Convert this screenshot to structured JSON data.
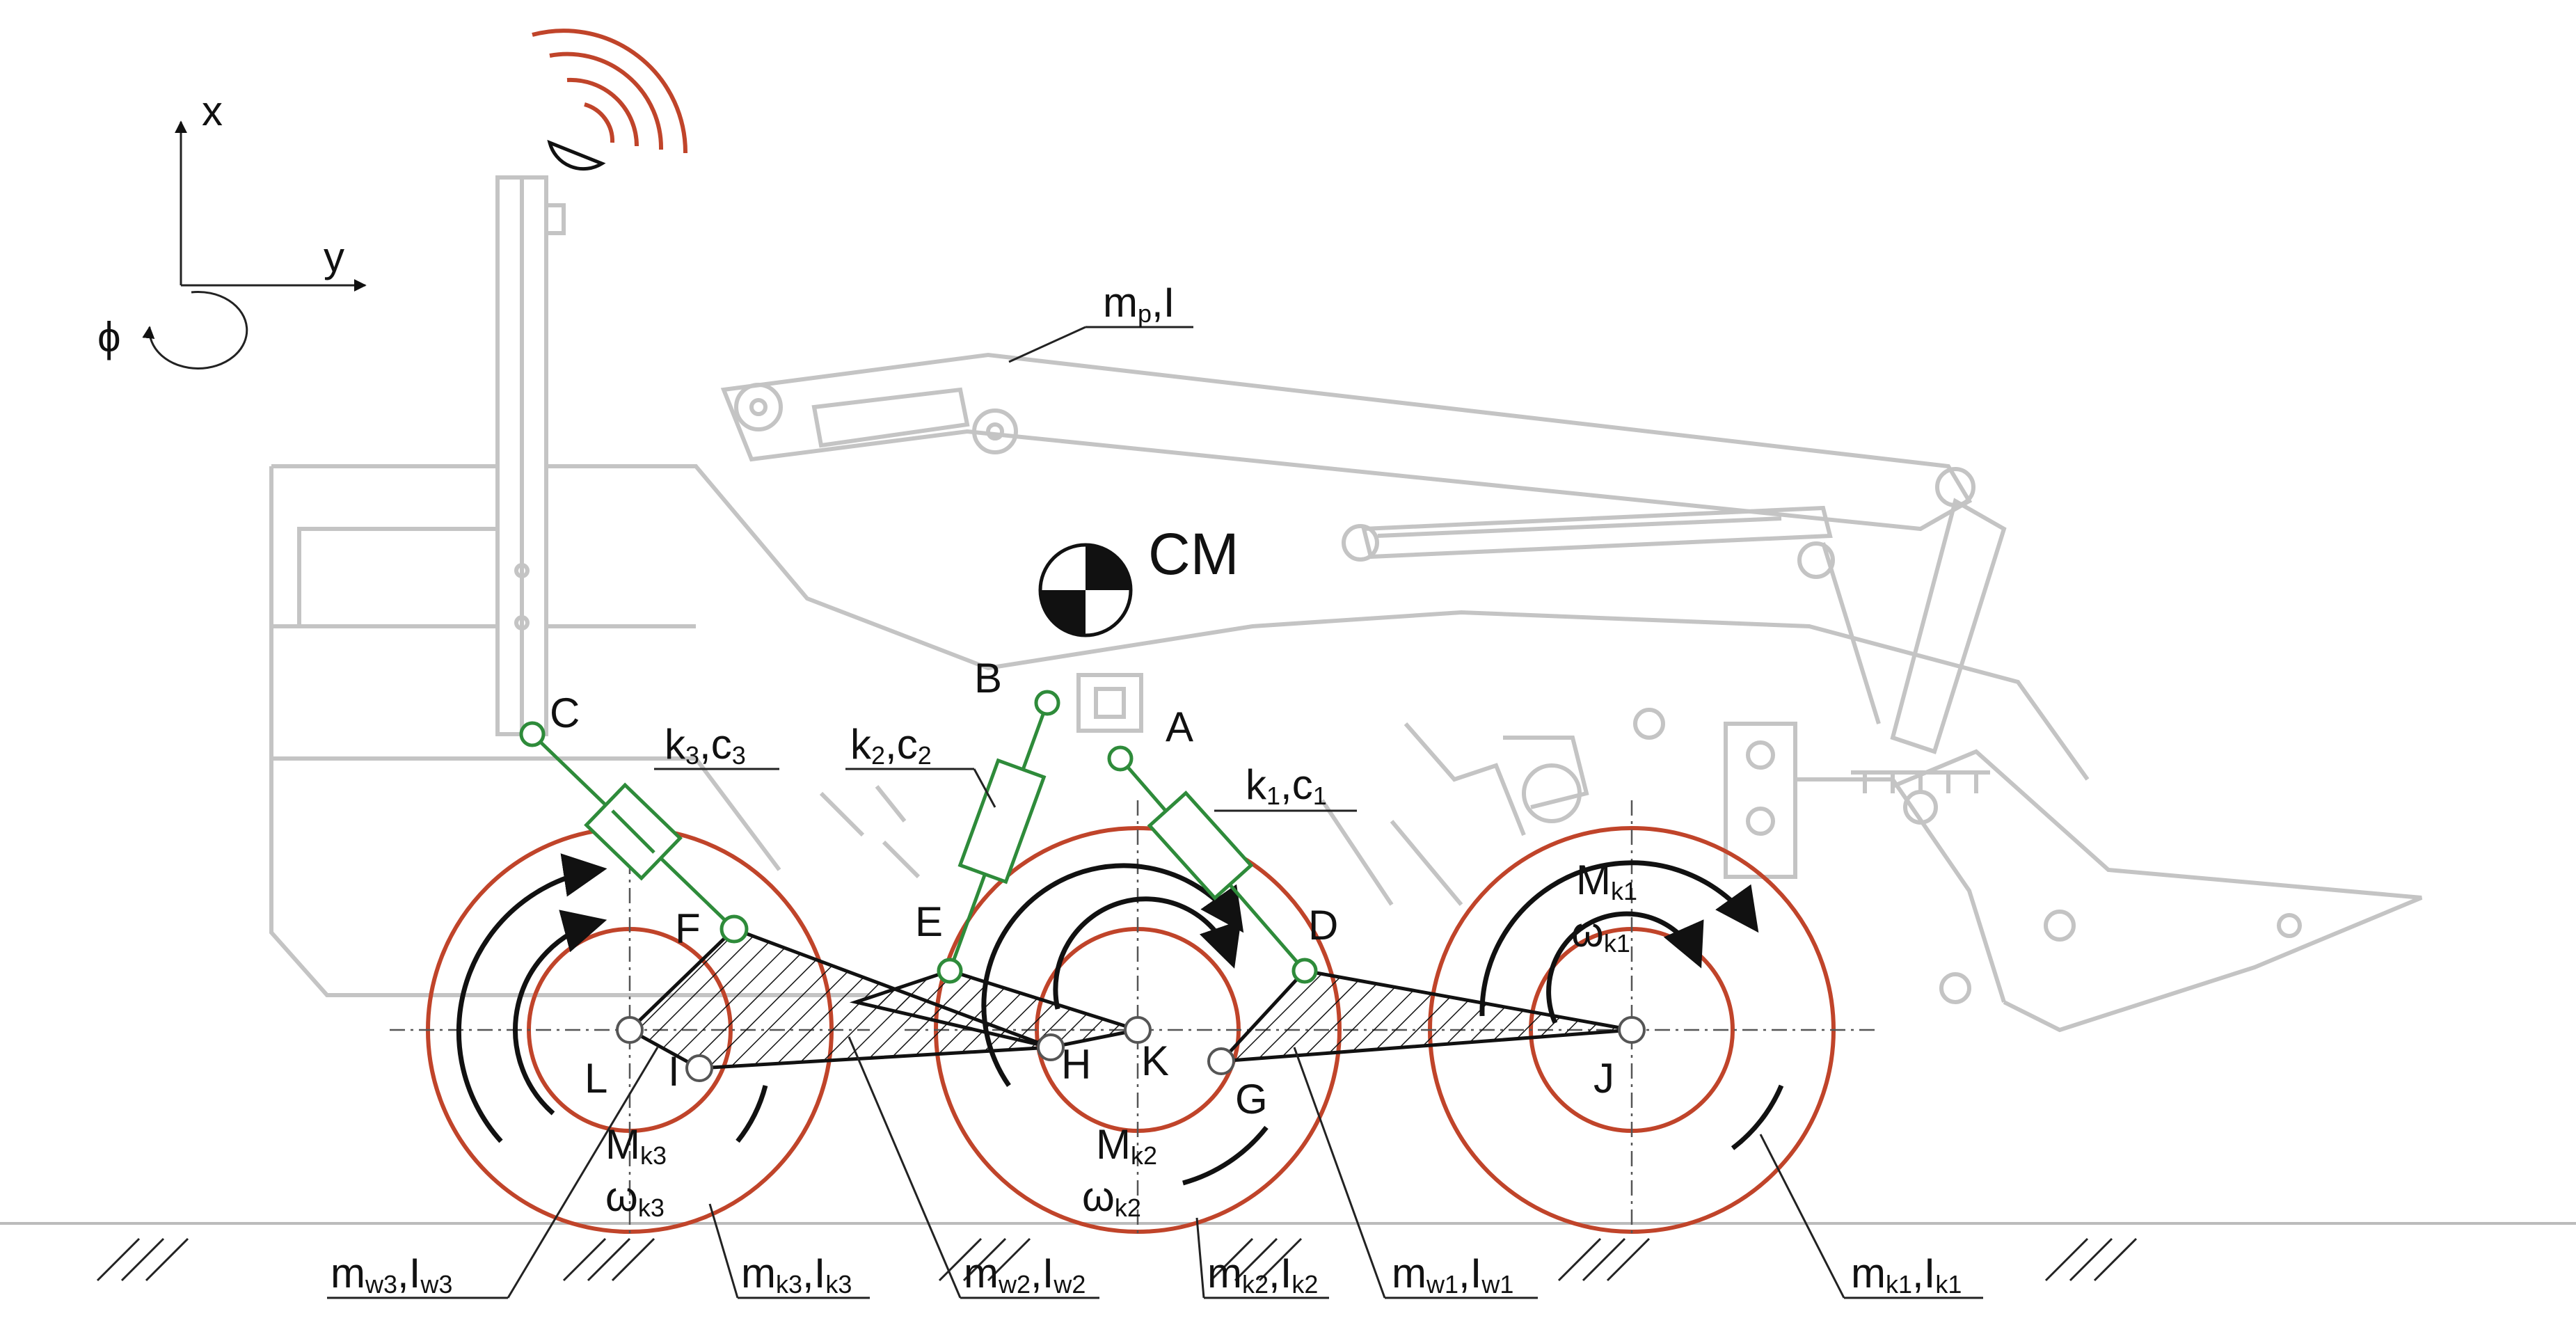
{
  "axes": {
    "x": "x",
    "y": "y",
    "phi": "ϕ"
  },
  "center_of_mass": "CM",
  "points": {
    "A": "A",
    "B": "B",
    "C": "C",
    "D": "D",
    "E": "E",
    "F": "F",
    "G": "G",
    "H": "H",
    "I": "I",
    "J": "J",
    "K": "K",
    "L": "L"
  },
  "springs": [
    {
      "k": "k",
      "k_sub": "1",
      "c": "c",
      "c_sub": "1"
    },
    {
      "k": "k",
      "k_sub": "2",
      "c": "c",
      "c_sub": "2"
    },
    {
      "k": "k",
      "k_sub": "3",
      "c": "c",
      "c_sub": "3"
    }
  ],
  "wheel_torques": [
    {
      "M": "M",
      "M_sub": "k1",
      "w": "ω",
      "w_sub": "k1"
    },
    {
      "M": "M",
      "M_sub": "k2",
      "w": "ω",
      "w_sub": "k2"
    },
    {
      "M": "M",
      "M_sub": "k3",
      "w": "ω",
      "w_sub": "k3"
    }
  ],
  "callouts": {
    "platform": {
      "m": "m",
      "m_sub": "p",
      "I": "I",
      "I_sub": ""
    },
    "mw3": {
      "m": "m",
      "m_sub": "w3",
      "I": "I",
      "I_sub": "w3"
    },
    "mk3": {
      "m": "m",
      "m_sub": "k3",
      "I": "I",
      "I_sub": "k3"
    },
    "mw2": {
      "m": "m",
      "m_sub": "w2",
      "I": "I",
      "I_sub": "w2"
    },
    "mk2": {
      "m": "m",
      "m_sub": "k2",
      "I": "I",
      "I_sub": "k2"
    },
    "mw1": {
      "m": "m",
      "m_sub": "w1",
      "I": "I",
      "I_sub": "w1"
    },
    "mk1": {
      "m": "m",
      "m_sub": "k1",
      "I": "I",
      "I_sub": "k1"
    }
  },
  "colors": {
    "machine_outline": "#c4c4c4",
    "suspension": "#2e8b3a",
    "wheel_rim": "#c0442a",
    "annotation": "#111111"
  }
}
